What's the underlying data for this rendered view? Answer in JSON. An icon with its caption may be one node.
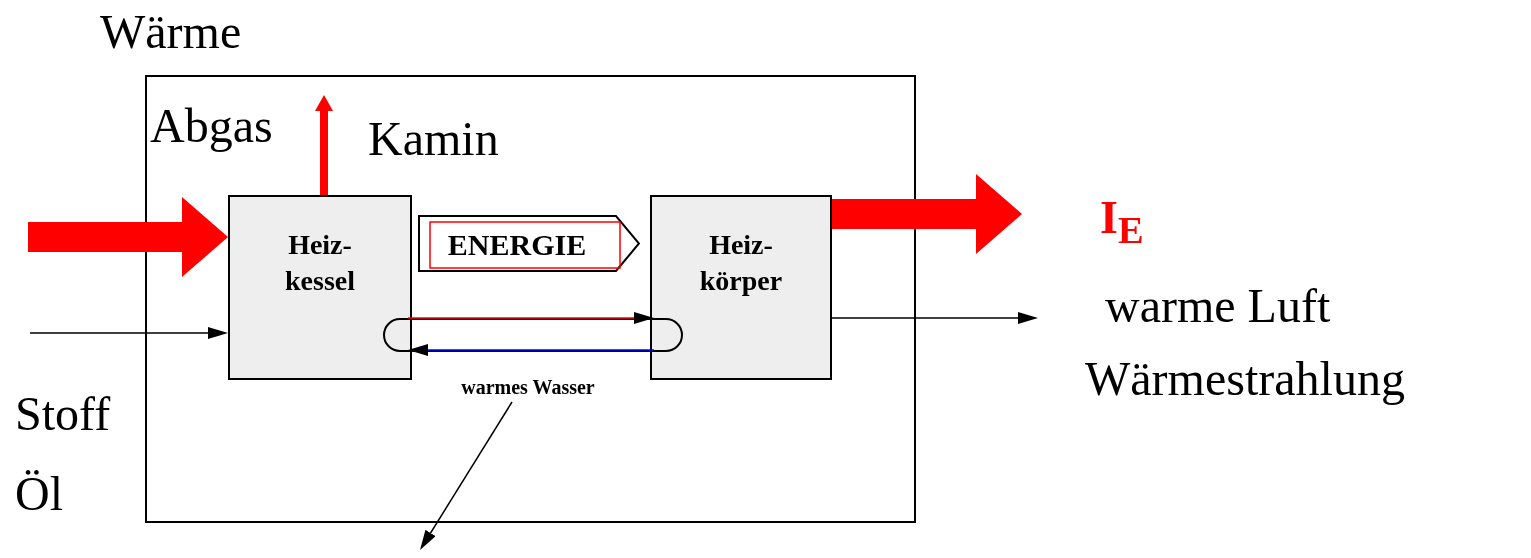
{
  "diagram": {
    "nodes": [
      {
        "text": [],
        "shape": "box"
      },
      {
        "text": [
          "Heiz- kessel"
        ],
        "in": 0
      },
      {
        "text": [
          "ENERGIE"
        ],
        "in": 0
      },
      {
        "text": [
          "Heiz- körper"
        ],
        "in": 0
      },
      {
        "text": [
          "warmes Wasser"
        ],
        "in": 0
      },
      {
        "text": [],
        "shape": "box",
        "in": 0
      }
    ],
    "edges": [
      {
        "from": null,
        "to": 1,
        "arrow": "to",
        "style": "thick",
        "color": "#ff0000"
      },
      {
        "from": 1,
        "to": null,
        "arrow": "to",
        "style": "thick",
        "color": "#ff0000"
      },
      {
        "from": 3,
        "to": null,
        "arrow": "to",
        "style": "thick",
        "color": "#ff0000"
      },
      {
        "from": null,
        "to": 1,
        "arrow": "to",
        "color": "#000000"
      },
      {
        "from": 3,
        "to": null,
        "arrow": "to",
        "color": "#000000"
      },
      {
        "from": 1,
        "to": 3,
        "arrow": "to",
        "color": "#ff0000"
      },
      {
        "from": 3,
        "to": 1,
        "arrow": "to",
        "color": "#0000ff"
      },
      {
        "from": 4,
        "to": null,
        "arrow": "to",
        "color": "#000000"
      }
    ],
    "labels": [
      "Wärme",
      "Abgas",
      "Kamin",
      "I$_{E}$",
      "warme Luft",
      "Wärmestrahlung",
      "Stoff",
      "Öl"
    ]
  }
}
